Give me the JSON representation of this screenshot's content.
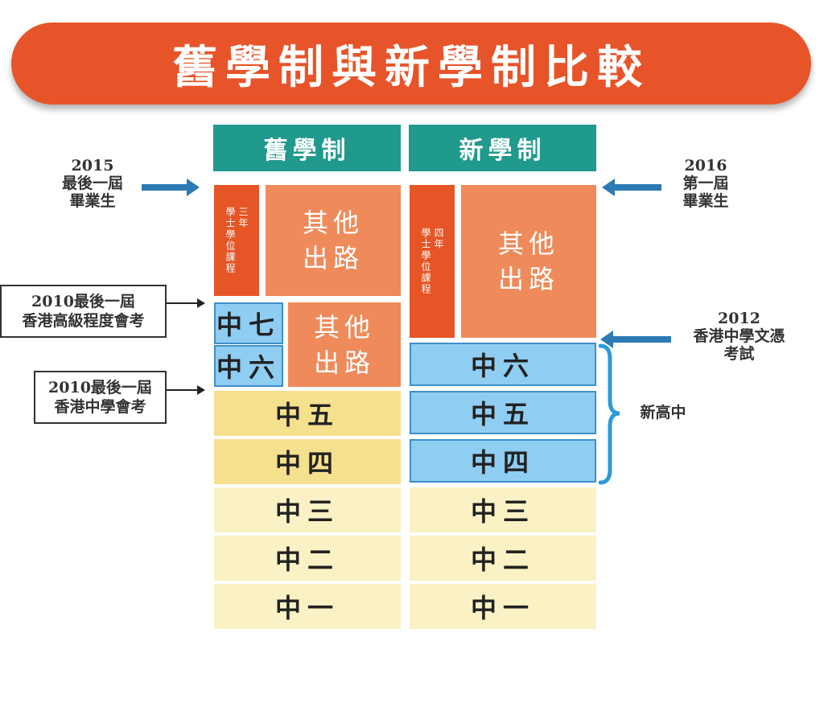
{
  "title": "舊學制與新學制比較",
  "old_system": {
    "header": "舊學制",
    "degree_3yr": "三年\n學士學位課程",
    "other_paths_top": "其他\n出路",
    "other_paths_mid": "其他\n出路",
    "s7": "中七",
    "s6": "中六",
    "s5": "中五",
    "s4": "中四",
    "s3": "中三",
    "s2": "中二",
    "s1": "中一"
  },
  "new_system": {
    "header": "新學制",
    "degree_4yr": "四年\n學士學位課程",
    "other_paths": "其他\n出路",
    "s6": "中六",
    "s5": "中五",
    "s4": "中四",
    "s3": "中三",
    "s2": "中二",
    "s1": "中一"
  },
  "annotations": {
    "last_grad": "2015\n最後一屆\n畢業生",
    "first_grad": "2016\n第一屆\n畢業生",
    "last_alevel": "2010最後一屆\n香港高級程度會考",
    "last_hkcee": "2010最後一屆\n香港中學會考",
    "hkdse": "2012\n香港中學文憑\n考試",
    "nss": "新高中"
  },
  "colors": {
    "banner": "#e8542a",
    "header": "#1f9a8c",
    "degree": "#e55526",
    "other_paths": "#ef8a5a",
    "senior_blue": "#8fcdf2",
    "senior_yellow": "#f5e08d",
    "junior_yellow": "#faf2c4",
    "arrow_blue": "#2c7bb5"
  }
}
